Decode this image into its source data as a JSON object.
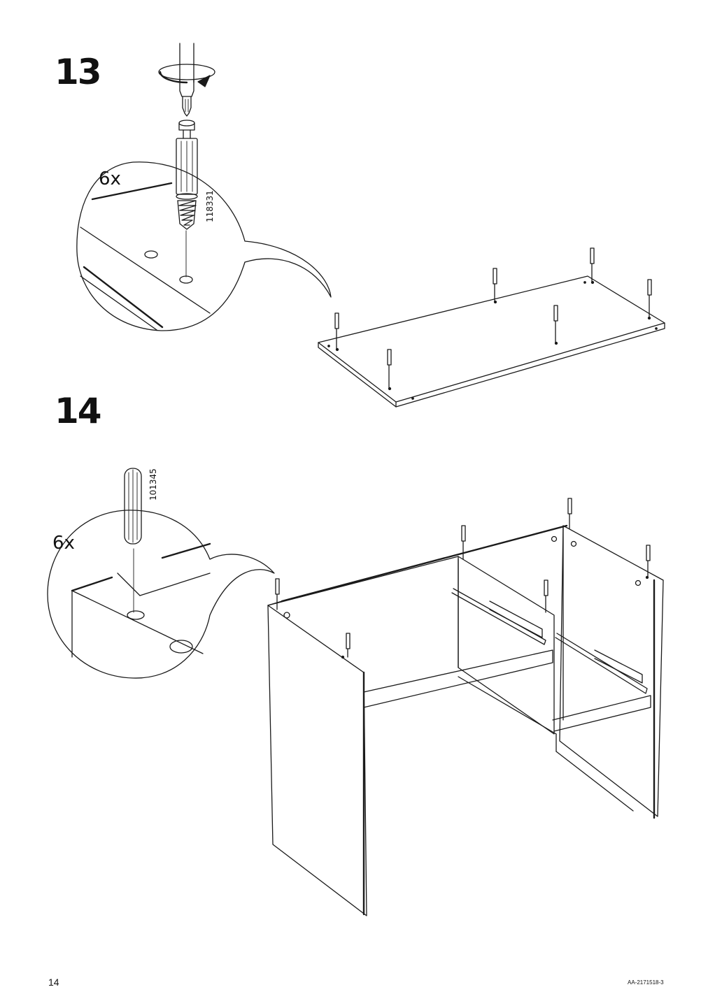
{
  "page": {
    "number": "14",
    "doc_code": "AA-2171518-3"
  },
  "steps": [
    {
      "number": "13",
      "quantity": "6x",
      "part_number": "118331"
    },
    {
      "number": "14",
      "quantity": "6x",
      "part_number": "101345"
    }
  ]
}
